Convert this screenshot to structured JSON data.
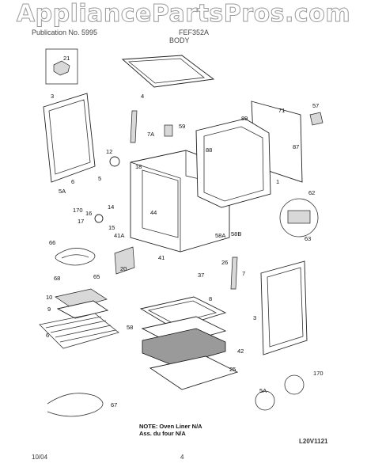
{
  "watermark": "AppliancePartsPros.com",
  "header": {
    "left_text": "Publication No. 5995",
    "model": "FEF352A",
    "section": "BODY"
  },
  "callouts": [
    "21",
    "4",
    "3",
    "71",
    "57",
    "89",
    "59",
    "7A",
    "88",
    "87",
    "12",
    "18",
    "5",
    "6",
    "1",
    "5A",
    "170",
    "14",
    "16",
    "17",
    "15",
    "44",
    "41A",
    "62",
    "58B",
    "58A",
    "63",
    "66",
    "20",
    "41",
    "26",
    "7",
    "37",
    "68",
    "65",
    "10",
    "9",
    "8",
    "3",
    "6",
    "58",
    "42",
    "25",
    "5A",
    "170",
    "67"
  ],
  "note": {
    "line1": "NOTE: Oven Liner N/A",
    "line2": "Ass. du four N/A"
  },
  "diagram_code": "L20V1121",
  "footer": {
    "date": "10/04",
    "page": "4"
  }
}
